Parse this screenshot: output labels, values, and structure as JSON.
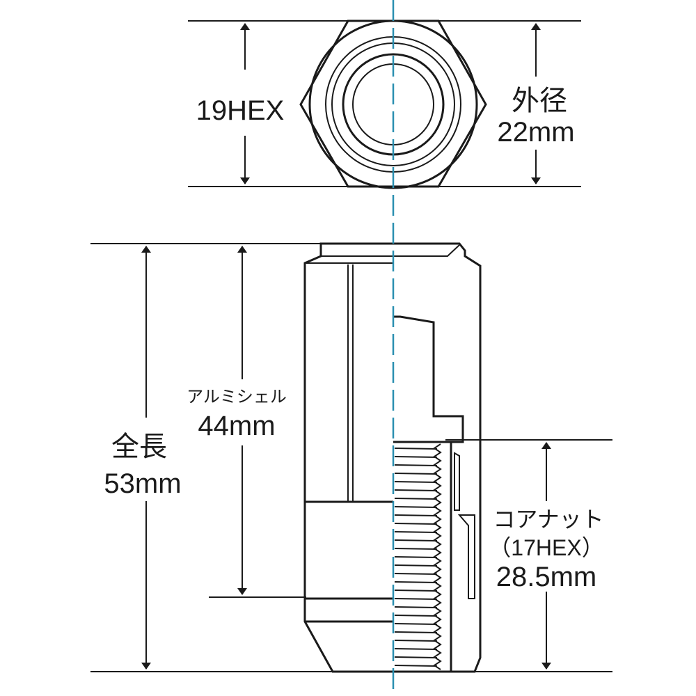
{
  "colors": {
    "line": "#1a1a1a",
    "centerline": "#2a8fb0"
  },
  "top_view": {
    "hex_label": "19HEX",
    "outer_label_1": "外径",
    "outer_label_2": "22mm"
  },
  "side_view": {
    "total_label_1": "全長",
    "total_label_2": "53mm",
    "shell_label_1": "アルミシェル",
    "shell_label_2": "44mm",
    "core_label_1": "コアナット",
    "core_label_2": "（17HEX）",
    "core_label_3": "28.5mm"
  }
}
